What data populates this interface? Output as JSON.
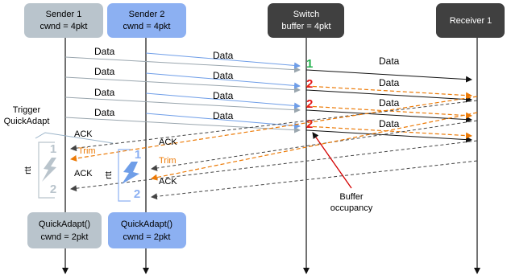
{
  "nodes": {
    "sender1": {
      "line1": "Sender 1",
      "line2": "cwnd = 4pkt"
    },
    "sender2": {
      "line1": "Sender 2",
      "line2": "cwnd = 4pkt"
    },
    "switch": {
      "line1": "Switch",
      "line2": "buffer = 4pkt"
    },
    "receiver1": {
      "line1": "Receiver 1"
    }
  },
  "bottom_boxes": {
    "sender1": {
      "line1": "QuickAdapt()",
      "line2": "cwnd = 2pkt"
    },
    "sender2": {
      "line1": "QuickAdapt()",
      "line2": "cwnd = 2pkt"
    }
  },
  "labels": {
    "data": "Data",
    "ack": "ACK",
    "trim": "Trim",
    "rtt": "rtt",
    "trigger_line1": "Trigger",
    "trigger_line2": "QuickAdapt",
    "buffer_line1": "Buffer",
    "buffer_line2": "occupancy"
  },
  "switch_buffer_counts": [
    "1",
    "2",
    "2",
    "2"
  ],
  "rtt_markers": {
    "start": "1",
    "end": "2"
  },
  "colors": {
    "sender1_box": "#b9c4cc",
    "sender2_box": "#8cb0f2",
    "dark_box": "#404040",
    "sender1_arrow": "#9aa6ae",
    "sender2_arrow": "#6f9ee8",
    "trim_arrow": "#ec7a06",
    "count_green": "#22b14c",
    "count_red": "#e41a1a"
  }
}
